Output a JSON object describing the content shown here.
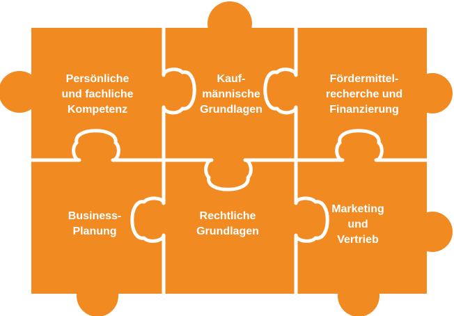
{
  "piece_color": "#f28a22",
  "pieces": [
    {
      "lines": [
        "Persönliche",
        "und fachliche",
        "Kompetenz"
      ]
    },
    {
      "lines": [
        "Kauf-",
        "männische",
        "Grundlagen"
      ]
    },
    {
      "lines": [
        "Fördermittel-",
        "recherche und",
        "Finanzierung"
      ]
    },
    {
      "lines": [
        "Business-",
        "Planung"
      ]
    },
    {
      "lines": [
        "Rechtliche",
        "Grundlagen"
      ]
    },
    {
      "lines": [
        "Marketing",
        "und",
        "Vertrieb"
      ]
    }
  ]
}
